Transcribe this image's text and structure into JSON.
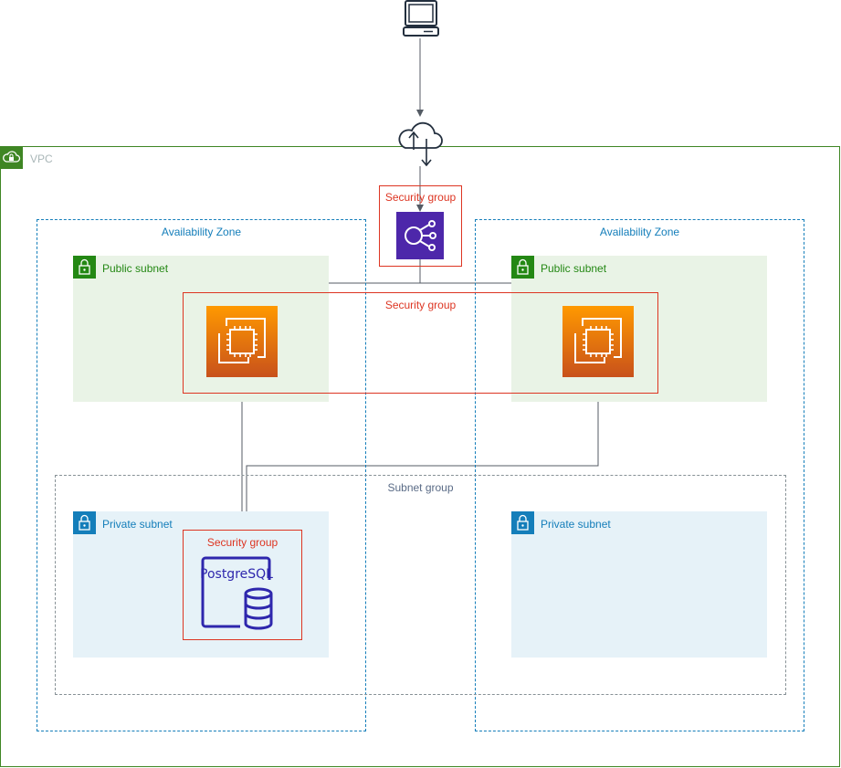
{
  "vpc": {
    "label": "VPC",
    "icon": "cloud-lock-icon",
    "color": "#3f8624"
  },
  "client": {
    "icon": "desktop-client-icon"
  },
  "internet_gateway": {
    "icon": "internet-gateway-cloud-icon"
  },
  "availability_zones": [
    {
      "label": "Availability Zone"
    },
    {
      "label": "Availability Zone"
    }
  ],
  "public_subnets": [
    {
      "label": "Public subnet",
      "icon": "lock-icon"
    },
    {
      "label": "Public subnet",
      "icon": "lock-icon"
    }
  ],
  "private_subnets": [
    {
      "label": "Private subnet",
      "icon": "lock-icon"
    },
    {
      "label": "Private subnet",
      "icon": "lock-icon"
    }
  ],
  "security_groups": {
    "load_balancer": "Security group",
    "instances": "Security group",
    "database": "Security group"
  },
  "subnet_group": {
    "label": "Subnet group"
  },
  "load_balancer": {
    "icon": "elastic-load-balancer-icon",
    "color": "#4d27aa"
  },
  "instances": [
    {
      "icon": "ec2-instance-icon"
    },
    {
      "icon": "ec2-instance-icon"
    }
  ],
  "database": {
    "icon": "postgresql-database-icon",
    "label": "PostgreSQL",
    "color": "#2e27ad"
  },
  "colors": {
    "security_group": "#dd3522",
    "availability_zone": "#147eba",
    "public_subnet": "#248814",
    "private_subnet": "#147eba",
    "connector": "#545b64"
  }
}
